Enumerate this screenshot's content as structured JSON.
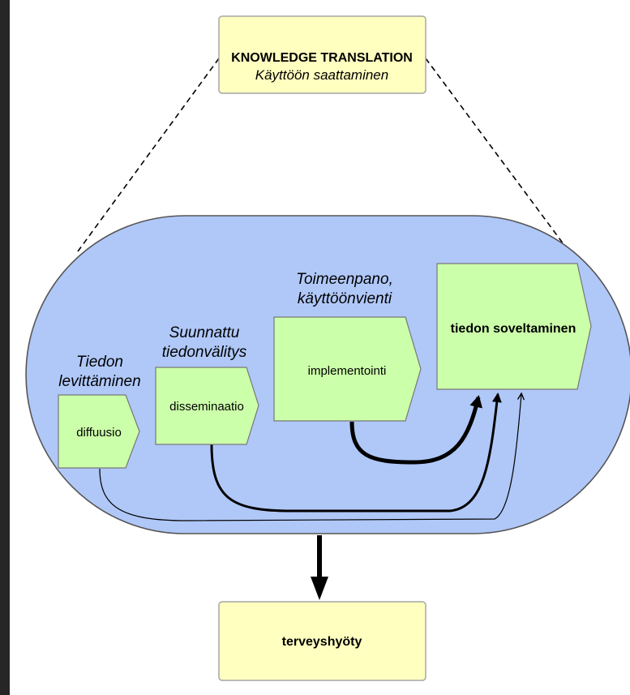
{
  "top_box": {
    "title": "KNOWLEDGE TRANSLATION",
    "subtitle": "Käyttöön saattaminen"
  },
  "stages": [
    {
      "caption_lines": [
        "Tiedon",
        "levittäminen"
      ],
      "label": "diffuusio"
    },
    {
      "caption_lines": [
        "Suunnattu",
        "tiedonvälitys"
      ],
      "label": "disseminaatio"
    },
    {
      "caption_lines": [
        "Toimeenpano,",
        "käyttöönvienti"
      ],
      "label": "implementointi"
    },
    {
      "caption_lines": [],
      "label": "tiedon soveltaminen"
    }
  ],
  "bottom_box": {
    "label": "terveyshyöty"
  },
  "colors": {
    "yellow_box": "#ffffc0",
    "yellow_border": "#a6a6a6",
    "blue_container": "#b0c8f8",
    "blue_border": "#555555",
    "green_shape": "#ccffaa",
    "green_border": "#777777"
  }
}
